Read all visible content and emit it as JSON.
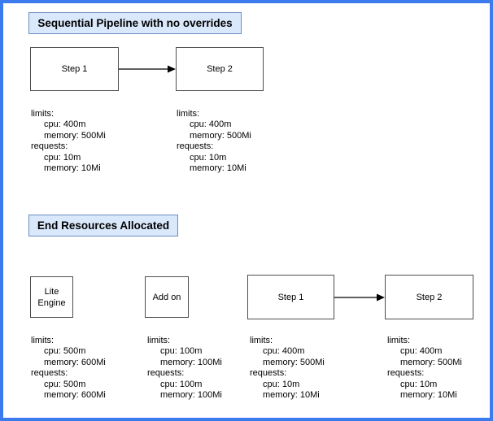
{
  "colors": {
    "frame_border": "#3b7bed",
    "label_fill": "#dae8fc",
    "label_border": "#6c8ebf",
    "node_border": "#4d4d4d",
    "arrow": "#000000"
  },
  "section1": {
    "title": "Sequential Pipeline with no overrides",
    "nodes": [
      {
        "label": "Step 1"
      },
      {
        "label": "Step 2"
      }
    ],
    "resources": [
      {
        "lines": [
          "limits:",
          "cpu: 400m",
          "memory: 500Mi",
          "requests:",
          "cpu: 10m",
          "memory: 10Mi"
        ]
      },
      {
        "lines": [
          "limits:",
          "cpu: 400m",
          "memory: 500Mi",
          "requests:",
          "cpu: 10m",
          "memory: 10Mi"
        ]
      }
    ]
  },
  "section2": {
    "title": "End Resources Allocated",
    "nodes": [
      {
        "label": "Lite Engine"
      },
      {
        "label": "Add on"
      },
      {
        "label": "Step 1"
      },
      {
        "label": "Step 2"
      }
    ],
    "resources": [
      {
        "lines": [
          "limits:",
          "cpu: 500m",
          "memory: 600Mi",
          "requests:",
          "cpu: 500m",
          "memory: 600Mi"
        ]
      },
      {
        "lines": [
          "limits:",
          "cpu: 100m",
          "memory: 100Mi",
          "requests:",
          "cpu: 100m",
          "memory: 100Mi"
        ]
      },
      {
        "lines": [
          "limits:",
          "cpu: 400m",
          "memory: 500Mi",
          "requests:",
          "cpu: 10m",
          "memory: 10Mi"
        ]
      },
      {
        "lines": [
          "limits:",
          "cpu: 400m",
          "memory: 500Mi",
          "requests:",
          "cpu: 10m",
          "memory: 10Mi"
        ]
      }
    ]
  }
}
